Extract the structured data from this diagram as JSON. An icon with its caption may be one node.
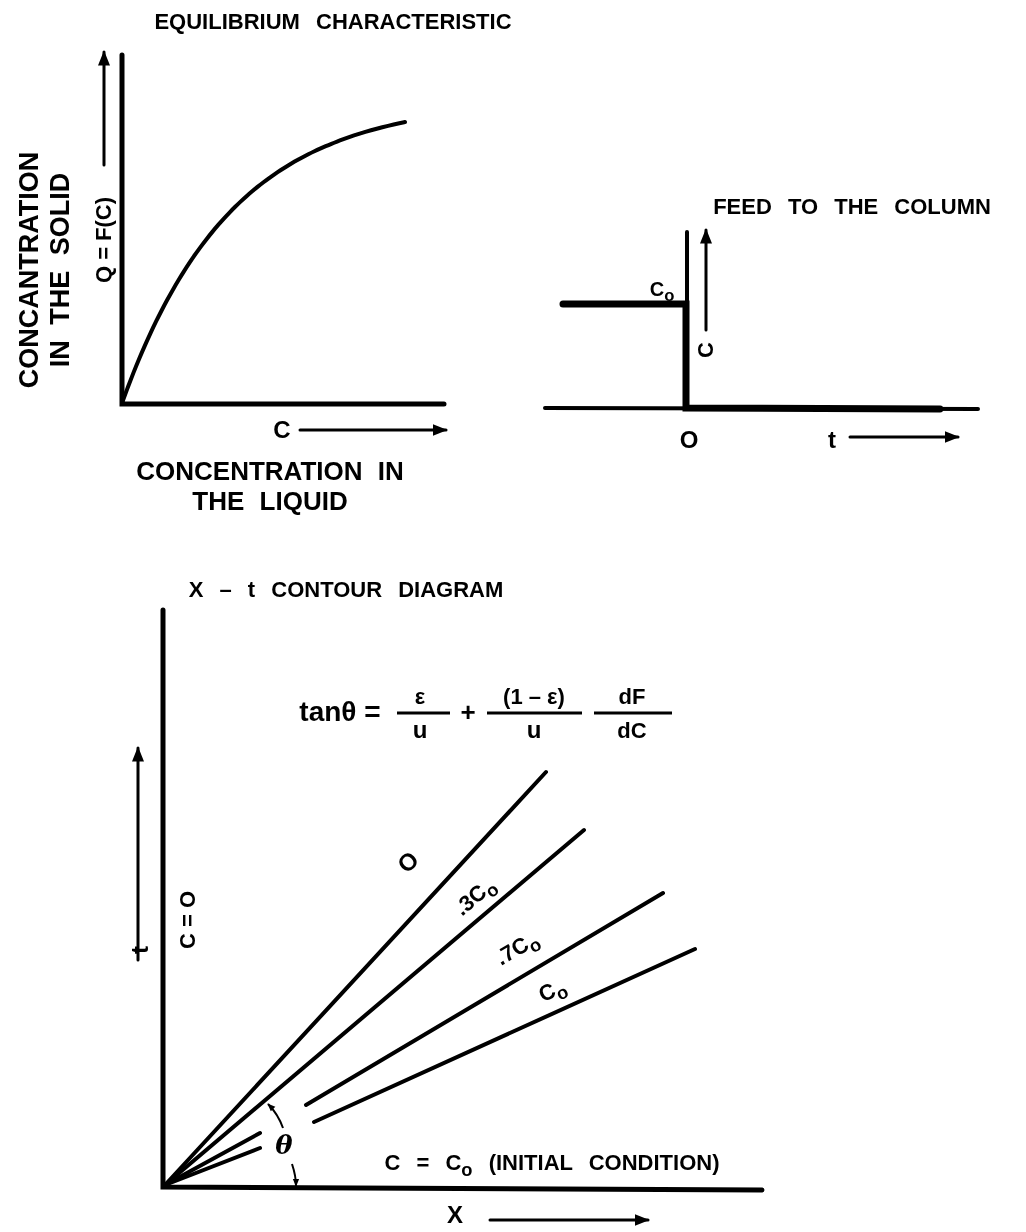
{
  "diagram": {
    "labels": [
      "EQUILIBRIUM CHARACTERISTIC",
      "CONCANTRATION IN THE SOLID",
      "Q = F(C)",
      "FEED TO THE COLUMN",
      "C$_{o}$",
      "C",
      "C",
      "CONCENTRATION IN THE LIQUID",
      "O",
      "t",
      "X – t CONTOUR DIAGRAM",
      "tanθ =",
      "ε",
      "u",
      "+",
      "(1 – ε)",
      "u",
      "dF",
      "dC",
      "t",
      "C = O",
      "O",
      ".3C$_{o}$",
      ".7C$_{o}$",
      "C$_{o}$",
      "θ",
      "C = C$_{o}$ (INITIAL CONDITION)",
      "X"
    ]
  }
}
